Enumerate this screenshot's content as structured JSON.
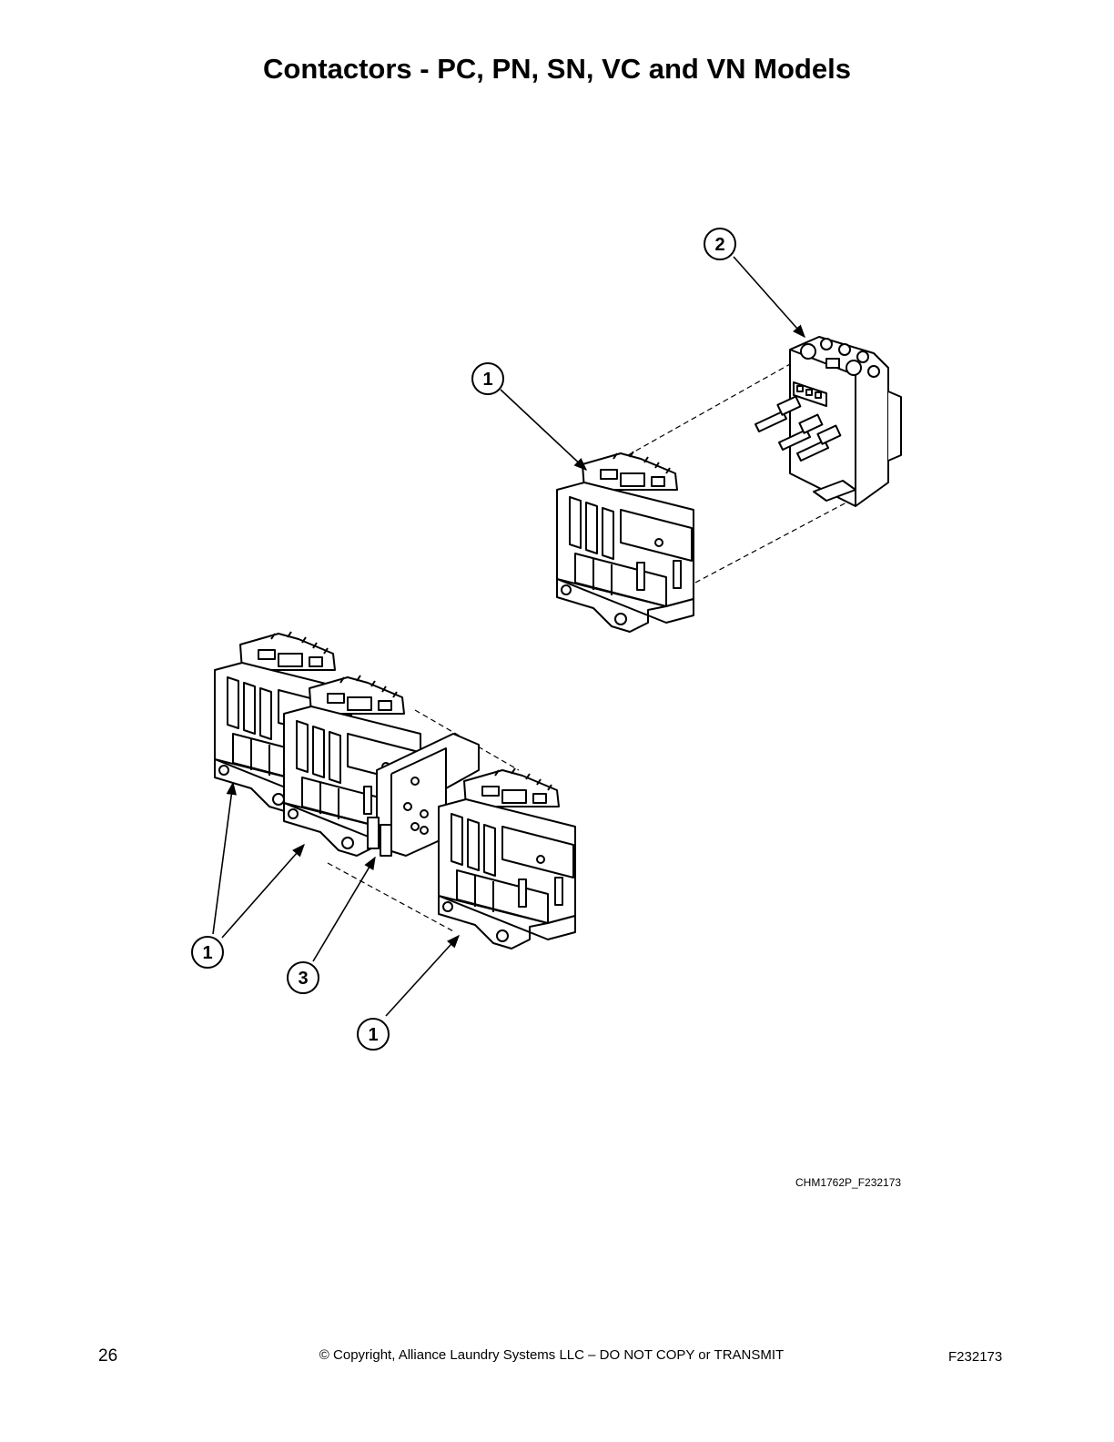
{
  "page": {
    "title": "Contactors - PC, PN, SN, VC and VN Models",
    "figure_id": "CHM1762P_F232173",
    "page_number": "26",
    "copyright": "© Copyright, Alliance Laundry Systems LLC – DO NOT COPY or TRANSMIT",
    "doc_number": "F232173"
  },
  "callouts": [
    {
      "id": "top-contactor",
      "label": "1"
    },
    {
      "id": "overload-relay",
      "label": "2"
    },
    {
      "id": "bottom-contactors",
      "label": "1"
    },
    {
      "id": "interlock",
      "label": "3"
    },
    {
      "id": "front-contactor",
      "label": "1"
    }
  ]
}
